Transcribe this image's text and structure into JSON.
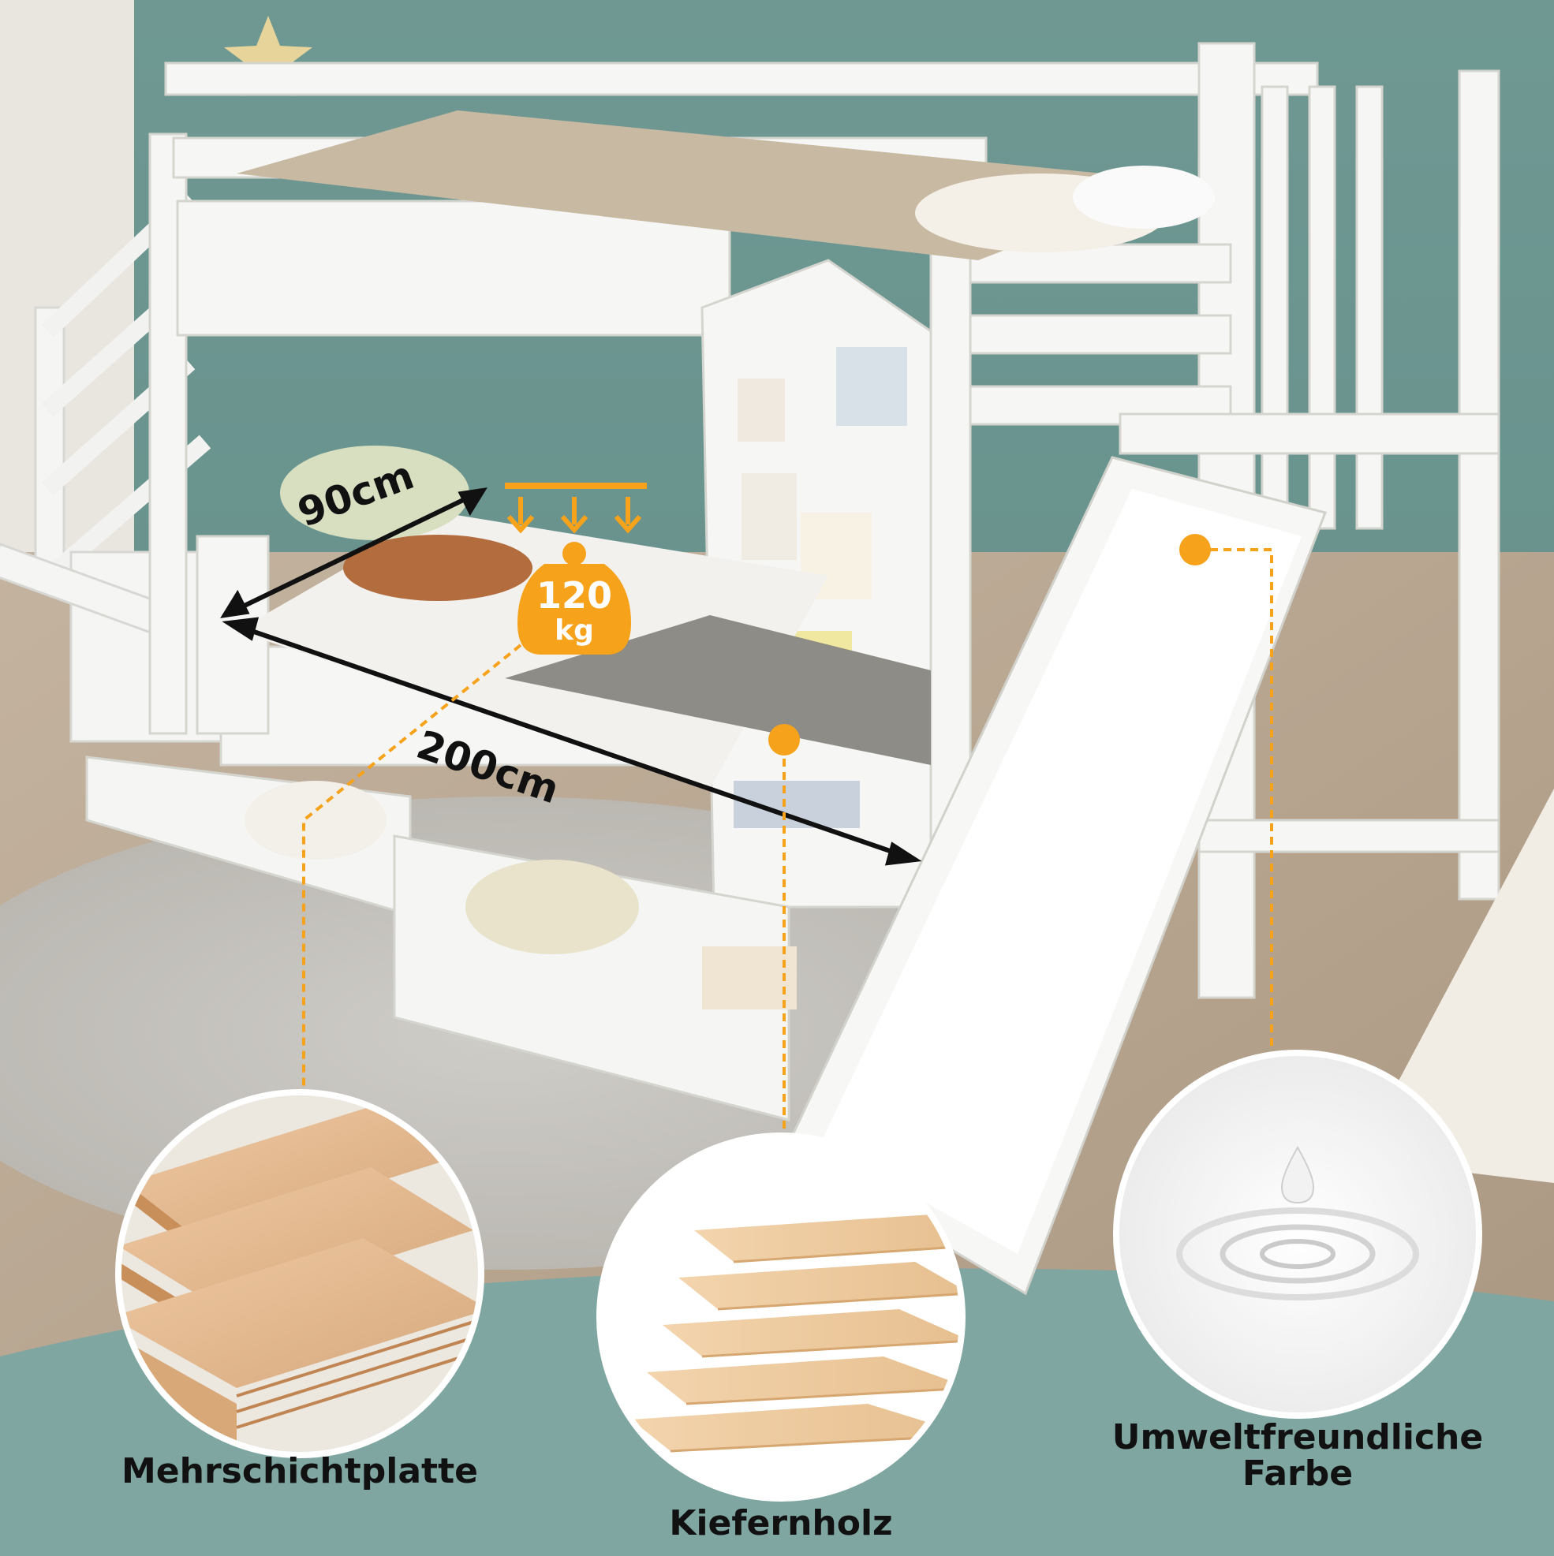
{
  "dimensions": {
    "width_label": "90cm",
    "length_label": "200cm"
  },
  "load": {
    "value": "120",
    "unit": "kg"
  },
  "features": [
    {
      "label": "Mehrschichtplatte",
      "icon": "plywood-icon"
    },
    {
      "label": "Kiefernholz",
      "icon": "pine-wood-icon"
    },
    {
      "label": "Umweltfreundliche Farbe",
      "icon": "paint-drop-icon"
    }
  ],
  "colors": {
    "accent": "#f7a21b",
    "wall": "#6f9691",
    "bed": "#f4f4f2"
  }
}
